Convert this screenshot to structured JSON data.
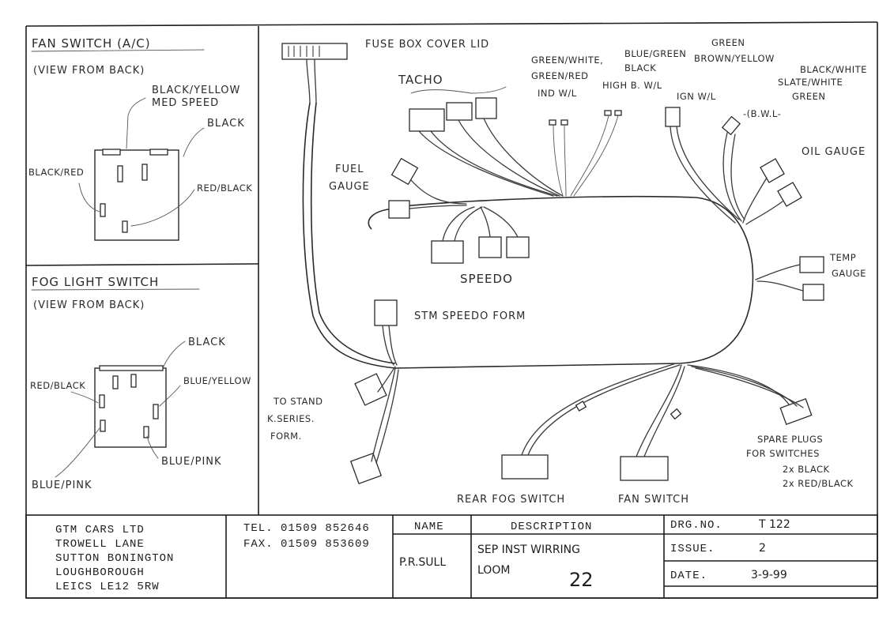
{
  "fan_switch": {
    "title": "FAN SWITCH (A/C)",
    "view": "(VIEW FROM BACK)",
    "label_black_yellow": "BLACK/YELLOW",
    "label_med_speed": "MED SPEED",
    "label_black": "BLACK",
    "label_black_red": "BLACK/RED",
    "label_red_black": "RED/BLACK"
  },
  "fog_switch": {
    "title": "FOG LIGHT SWITCH",
    "view": "(VIEW FROM BACK)",
    "label_black": "BLACK",
    "label_red_black": "RED/BLACK",
    "label_blue_yellow": "BLUE/YELLOW",
    "label_blue_pink_right": "BLUE/PINK",
    "label_blue_pink_left": "BLUE/PINK"
  },
  "loom_labels": {
    "fuse_box": "FUSE BOX COVER LID",
    "tacho": "TACHO",
    "green_white": "GREEN/WHITE,",
    "green_red": "GREEN/RED",
    "blue_green": "BLUE/GREEN",
    "black": "BLACK",
    "green": "GREEN",
    "brown_yellow": "BROWN/YELLOW",
    "ind_wl": "IND W/L",
    "high_bwl": "HIGH B. W/L",
    "ign_wl": "IGN W/L",
    "black_white": "BLACK/WHITE",
    "slate_white": "SLATE/WHITE",
    "green2": "GREEN",
    "bwl": "-(B.W.L-",
    "oil_gauge": "OIL GAUGE",
    "fuel_gauge_1": "FUEL",
    "fuel_gauge_2": "GAUGE",
    "speedo": "SPEEDO",
    "temp_gauge_1": "TEMP",
    "temp_gauge_2": "GAUGE",
    "stm_speedo": "STM SPEEDO FORM",
    "to_stand_1": "TO STAND",
    "to_stand_2": "K.SERIES.",
    "to_stand_3": "FORM.",
    "spare_1": "SPARE PLUGS",
    "spare_2": "FOR SWITCHES",
    "spare_3": "2x BLACK",
    "spare_4": "2x RED/BLACK",
    "rear_fog": "REAR FOG SWITCH",
    "fan_switch": "FAN SWITCH"
  },
  "title_block": {
    "company": [
      "GTM CARS LTD",
      "TROWELL LANE",
      "SUTTON BONINGTON",
      "LOUGHBOROUGH",
      "LEICS  LE12 5RW"
    ],
    "tel": "TEL. 01509 852646",
    "fax": "FAX. 01509 853609",
    "name_head": "NAME",
    "name_value": "P.R.SULL",
    "desc_head": "DESCRIPTION",
    "desc_line1": "SEP INST WIRRING",
    "desc_line2": "LOOM",
    "desc_number": "22",
    "drg_no": "DRG.NO.",
    "drg_value": "T 122",
    "issue": "ISSUE.",
    "issue_value": "2",
    "date": "DATE.",
    "date_value": "3-9-99"
  }
}
